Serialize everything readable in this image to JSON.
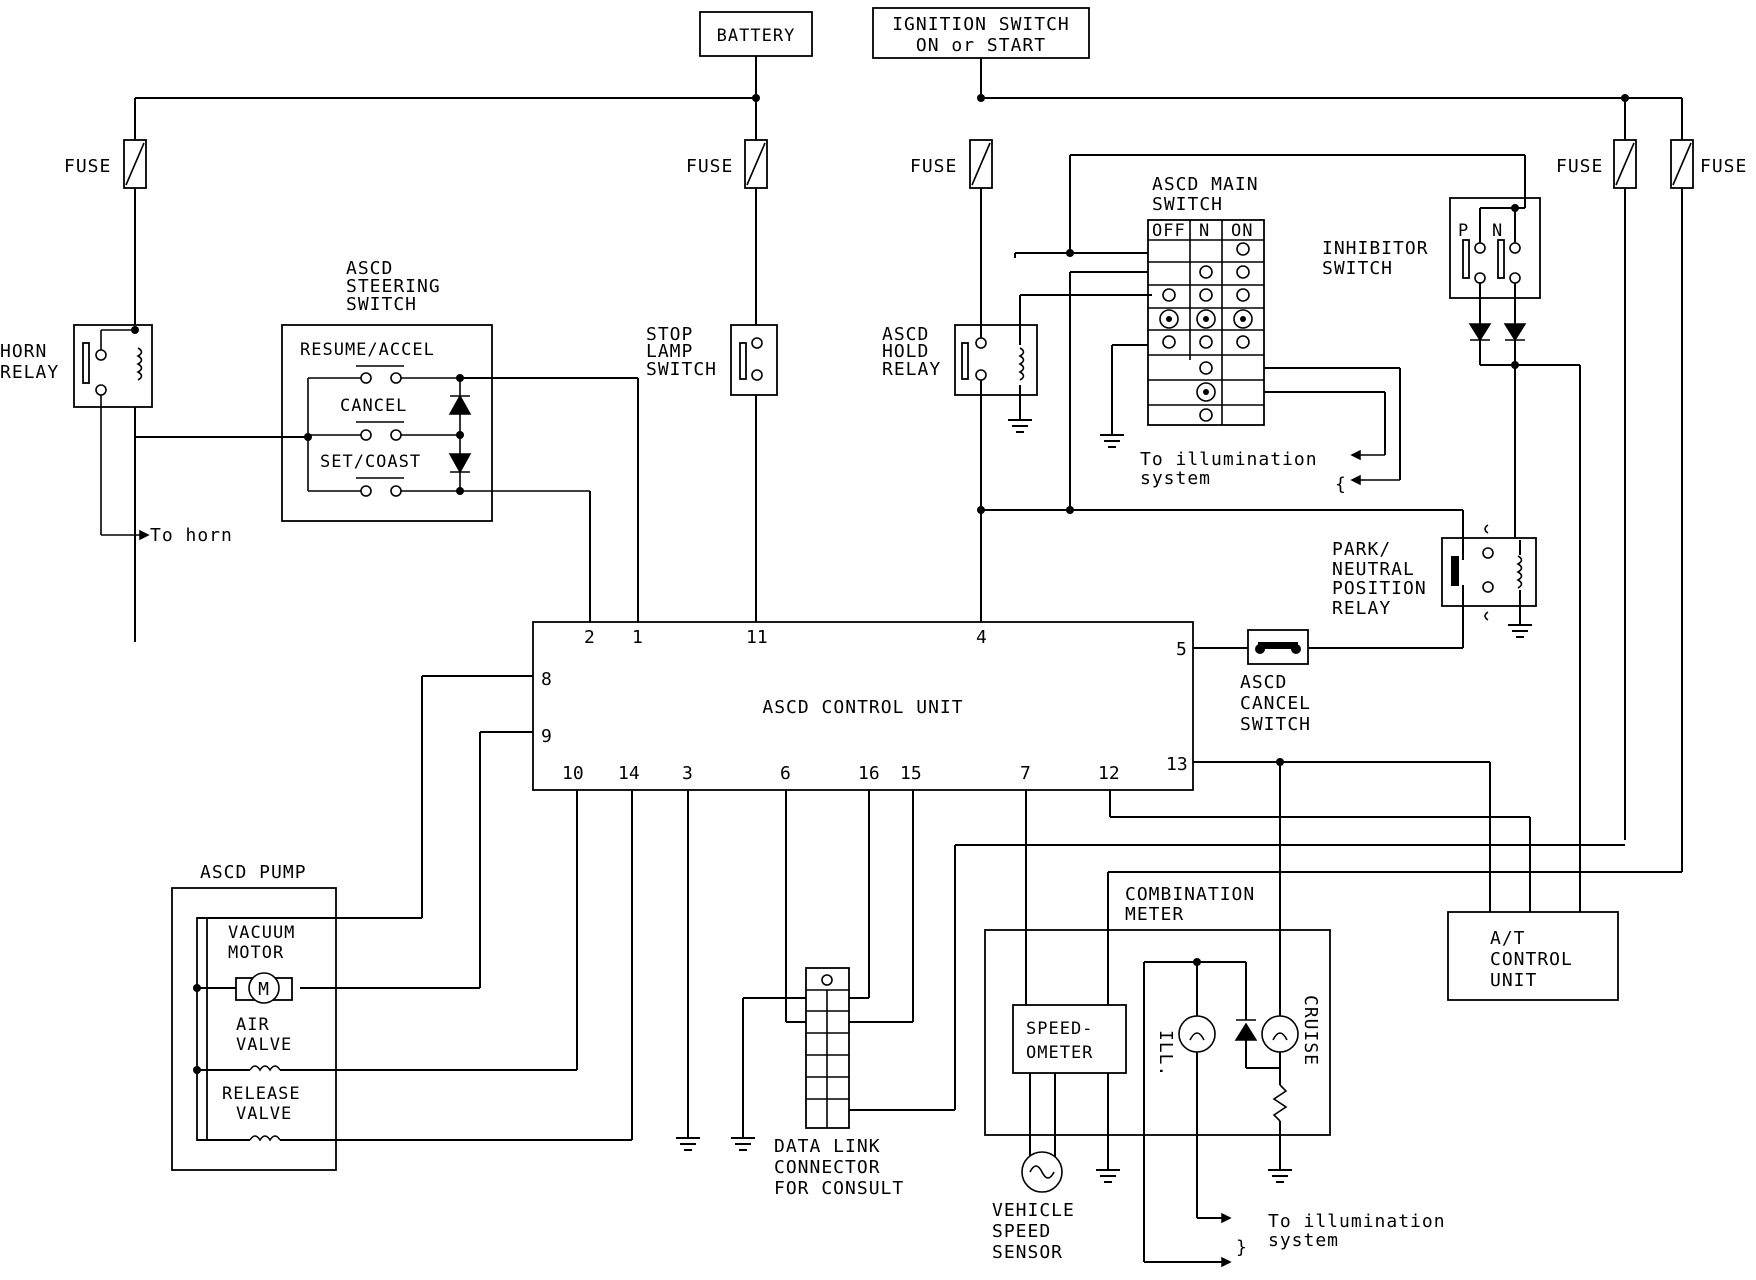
{
  "labels": {
    "battery": "BATTERY",
    "ignition_line1": "IGNITION SWITCH",
    "ignition_line2": "ON or START",
    "fuse": "FUSE",
    "horn_relay_line1": "HORN",
    "horn_relay_line2": "RELAY",
    "to_horn": "To horn",
    "steering_switch_line1": "ASCD",
    "steering_switch_line2": "STEERING",
    "steering_switch_line3": "SWITCH",
    "resume_accel": "RESUME/ACCEL",
    "cancel": "CANCEL",
    "set_coast": "SET/COAST",
    "stop_lamp_line1": "STOP",
    "stop_lamp_line2": "LAMP",
    "stop_lamp_line3": "SWITCH",
    "hold_relay_line1": "ASCD",
    "hold_relay_line2": "HOLD",
    "hold_relay_line3": "RELAY",
    "main_switch_line1": "ASCD MAIN",
    "main_switch_line2": "SWITCH",
    "main_switch_off": "OFF",
    "main_switch_n": "N",
    "main_switch_on": "ON",
    "to_illumination_line1": "To illumination",
    "to_illumination_line2": "system",
    "inhibitor_line1": "INHIBITOR",
    "inhibitor_line2": "SWITCH",
    "inhibitor_p": "P",
    "inhibitor_n": "N",
    "park_neutral_line1": "PARK/",
    "park_neutral_line2": "NEUTRAL",
    "park_neutral_line3": "POSITION",
    "park_neutral_line4": "RELAY",
    "control_unit": "ASCD CONTROL UNIT",
    "cancel_switch_line1": "ASCD",
    "cancel_switch_line2": "CANCEL",
    "cancel_switch_line3": "SWITCH",
    "pump": "ASCD PUMP",
    "vacuum_motor_line1": "VACUUM",
    "vacuum_motor_line2": "MOTOR",
    "motor_symbol": "M",
    "air_valve_line1": "AIR",
    "air_valve_line2": "VALVE",
    "release_valve_line1": "RELEASE",
    "release_valve_line2": "VALVE",
    "data_link_line1": "DATA LINK",
    "data_link_line2": "CONNECTOR",
    "data_link_line3": "FOR CONSULT",
    "combination_meter_line1": "COMBINATION",
    "combination_meter_line2": "METER",
    "speedometer_line1": "SPEED-",
    "speedometer_line2": "OMETER",
    "ill": "ILL.",
    "cruise": "CRUISE",
    "vehicle_speed_line1": "VEHICLE",
    "vehicle_speed_line2": "SPEED",
    "vehicle_speed_line3": "SENSOR",
    "at_control_line1": "A/T",
    "at_control_line2": "CONTROL",
    "at_control_line3": "UNIT"
  },
  "pins": {
    "p1": "1",
    "p2": "2",
    "p3": "3",
    "p4": "4",
    "p5": "5",
    "p6": "6",
    "p7": "7",
    "p8": "8",
    "p9": "9",
    "p10": "10",
    "p11": "11",
    "p12": "12",
    "p13": "13",
    "p14": "14",
    "p15": "15",
    "p16": "16"
  }
}
